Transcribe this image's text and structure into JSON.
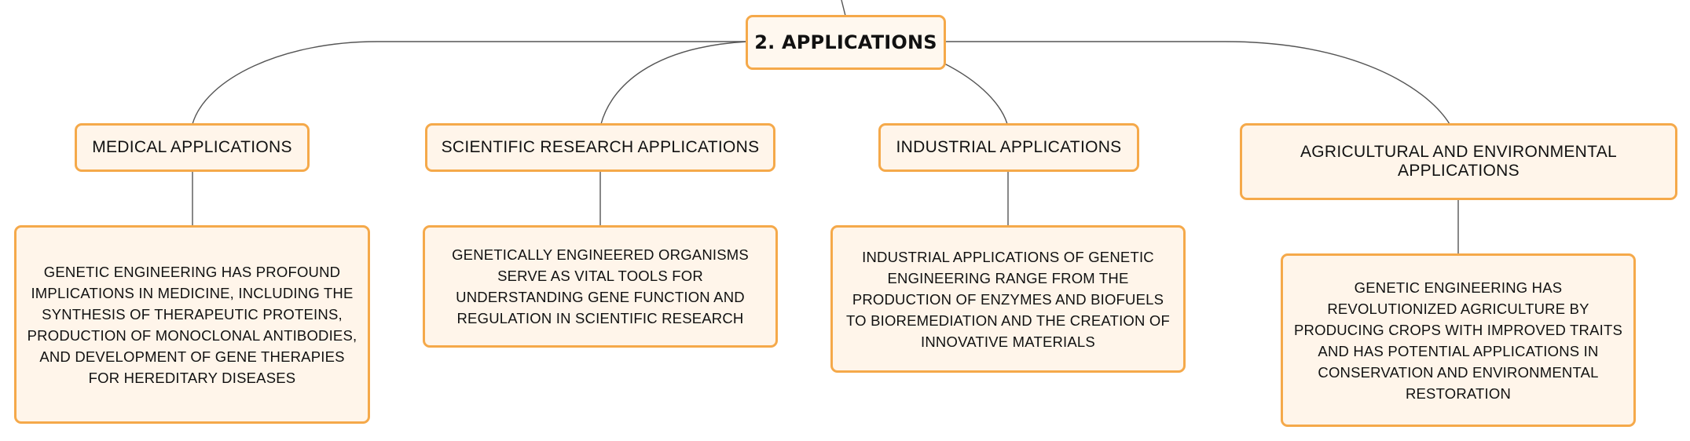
{
  "diagram": {
    "root": {
      "label": "2. APPLICATIONS"
    },
    "branches": [
      {
        "label": "MEDICAL APPLICATIONS",
        "detail": "GENETIC ENGINEERING HAS PROFOUND IMPLICATIONS IN MEDICINE, INCLUDING THE SYNTHESIS OF THERAPEUTIC PROTEINS, PRODUCTION OF MONOCLONAL ANTIBODIES, AND DEVELOPMENT OF GENE THERAPIES FOR HEREDITARY DISEASES"
      },
      {
        "label": "SCIENTIFIC RESEARCH APPLICATIONS",
        "detail": "GENETICALLY ENGINEERED ORGANISMS SERVE AS VITAL TOOLS FOR UNDERSTANDING GENE FUNCTION AND REGULATION IN SCIENTIFIC RESEARCH"
      },
      {
        "label": "INDUSTRIAL APPLICATIONS",
        "detail": "INDUSTRIAL APPLICATIONS OF GENETIC ENGINEERING RANGE FROM THE PRODUCTION OF ENZYMES AND BIOFUELS TO BIOREMEDIATION AND THE CREATION OF INNOVATIVE MATERIALS"
      },
      {
        "label": "AGRICULTURAL AND ENVIRONMENTAL APPLICATIONS",
        "detail": "GENETIC ENGINEERING HAS REVOLUTIONIZED AGRICULTURE BY PRODUCING CROPS WITH IMPROVED TRAITS AND HAS POTENTIAL APPLICATIONS IN CONSERVATION AND ENVIRONMENTAL RESTORATION"
      }
    ],
    "colors": {
      "node_border": "#f5a94a",
      "node_fill": "#fff5ea",
      "connector": "#555555",
      "text": "#111111"
    }
  }
}
